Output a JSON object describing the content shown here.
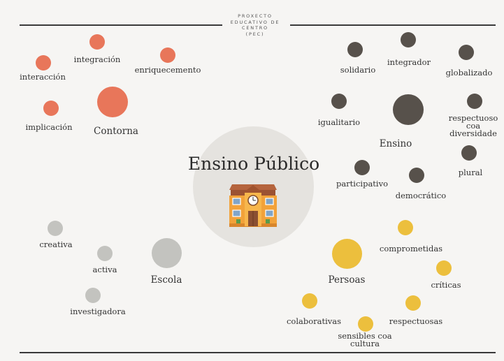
{
  "header": {
    "title_lines": [
      "PROXECTO",
      "EDUCATIVO DE",
      "CENTRO",
      "(PEC)"
    ]
  },
  "center": {
    "title": "Ensino Público",
    "icon": "school-building-icon"
  },
  "colors": {
    "background": "#f6f5f3",
    "center_circle": "#e5e3df",
    "contorna": "#e8765a",
    "ensino": "#57514b",
    "escola": "#c3c3bf",
    "persoas": "#ecbf3d"
  },
  "clusters": {
    "contorna": {
      "label": "Contorna",
      "items": [
        "interacción",
        "integración",
        "enriquecemento",
        "implicación"
      ]
    },
    "ensino": {
      "label": "Ensino",
      "items": [
        "solidario",
        "integrador",
        "globalizado",
        "igualitario",
        "respectuoso coa diversidade",
        "plural",
        "participativo",
        "democrático"
      ]
    },
    "escola": {
      "label": "Escola",
      "items": [
        "creativa",
        "activa",
        "investigadora"
      ]
    },
    "persoas": {
      "label": "Persoas",
      "items": [
        "comprometidas",
        "críticas",
        "colaborativas",
        "respectuosas",
        "sensibles coa cultura"
      ]
    }
  }
}
